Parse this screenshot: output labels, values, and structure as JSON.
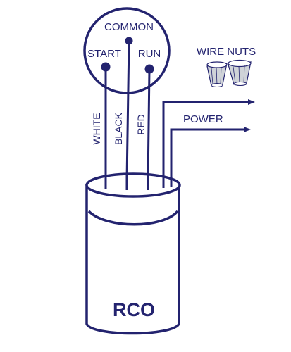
{
  "colors": {
    "line": "#23236f",
    "background": "#ffffff",
    "nut_shade": "#cfd3d8"
  },
  "terminals": {
    "common": "COMMON",
    "start": "START",
    "run": "RUN"
  },
  "wires": {
    "white": "WHITE",
    "black": "BLACK",
    "red": "RED"
  },
  "wire_nuts_label": "WIRE NUTS",
  "power_label": "POWER",
  "component_label": "RCO"
}
